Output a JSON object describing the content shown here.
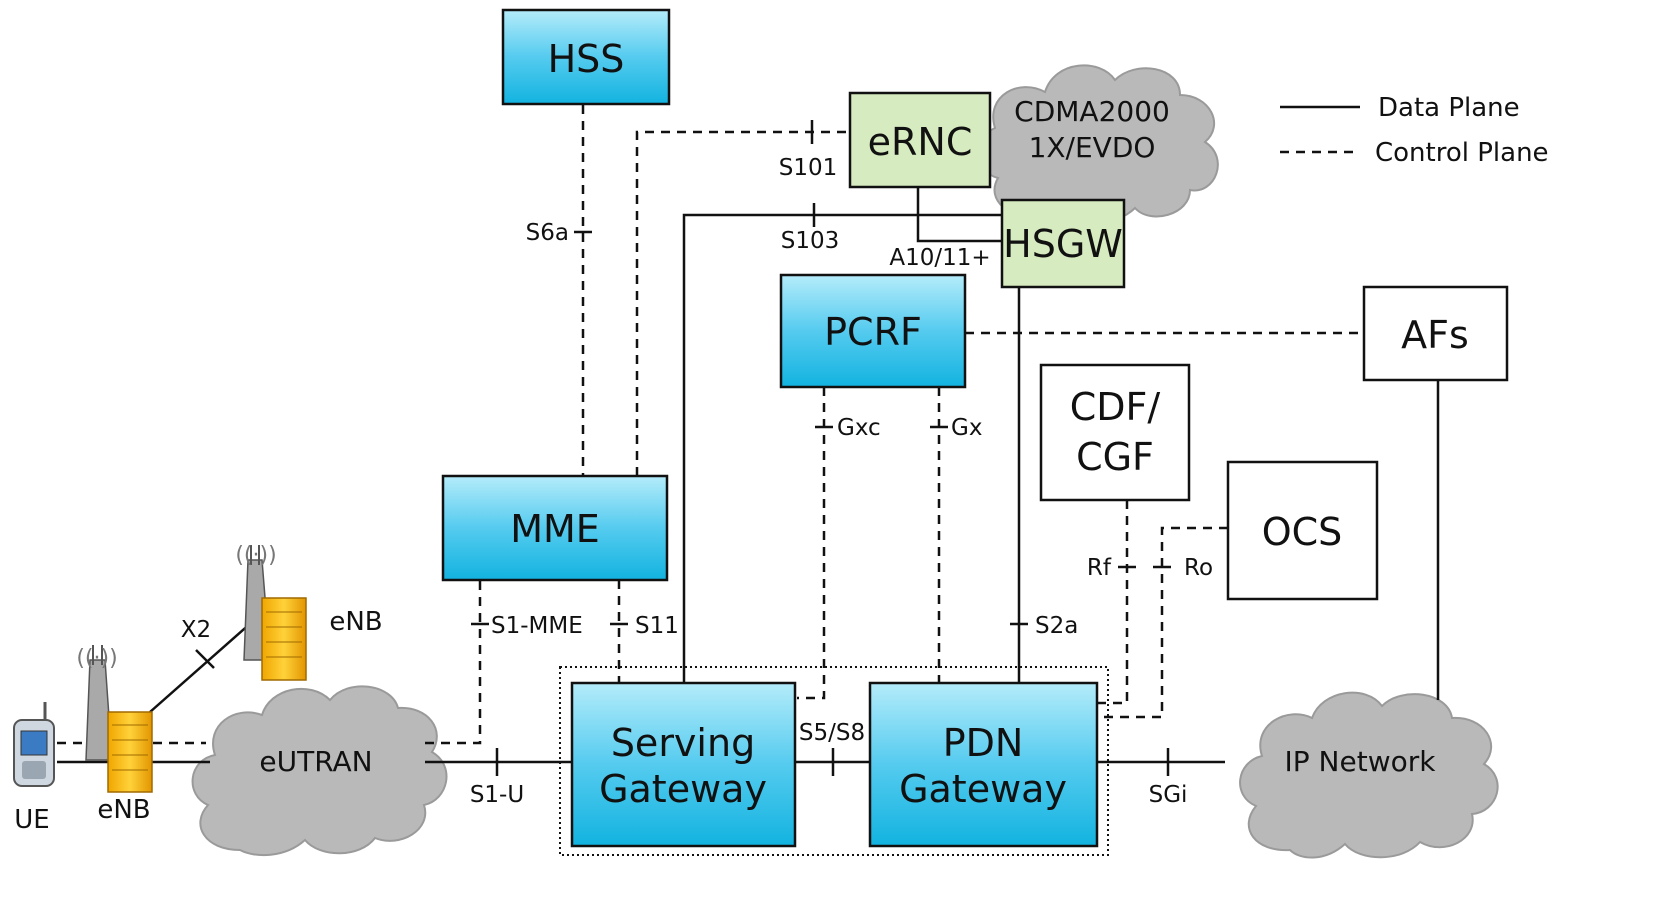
{
  "nodes": {
    "hss": "HSS",
    "ernc": "eRNC",
    "cdma_line1": "CDMA2000",
    "cdma_line2": "1X/EVDO",
    "hsgw": "HSGW",
    "pcrf": "PCRF",
    "afs": "AFs",
    "cdf_line1": "CDF/",
    "cdf_line2": "CGF",
    "ocs": "OCS",
    "mme": "MME",
    "sgw_line1": "Serving",
    "sgw_line2": "Gateway",
    "pgw_line1": "PDN",
    "pgw_line2": "Gateway",
    "eutran": "eUTRAN",
    "ip_network": "IP Network",
    "ue": "UE",
    "enb_lower": "eNB",
    "enb_upper": "eNB"
  },
  "interfaces": {
    "s101": "S101",
    "s103": "S103",
    "s6a": "S6a",
    "a10": "A10/11+",
    "gxc": "Gxc",
    "gx": "Gx",
    "rf": "Rf",
    "ro": "Ro",
    "s1mme": "S1-MME",
    "s11": "S11",
    "s2a": "S2a",
    "x2": "X2",
    "s5s8": "S5/S8",
    "s1u": "S1-U",
    "sgi": "SGi"
  },
  "legend": {
    "data_plane": "Data Plane",
    "control_plane": "Control Plane"
  },
  "colors": {
    "node_blue_top": "#9ee4f7",
    "node_blue_bottom": "#12b3e0",
    "node_green": "#d6ecc0",
    "cloud_gray": "#b9b9b9"
  }
}
